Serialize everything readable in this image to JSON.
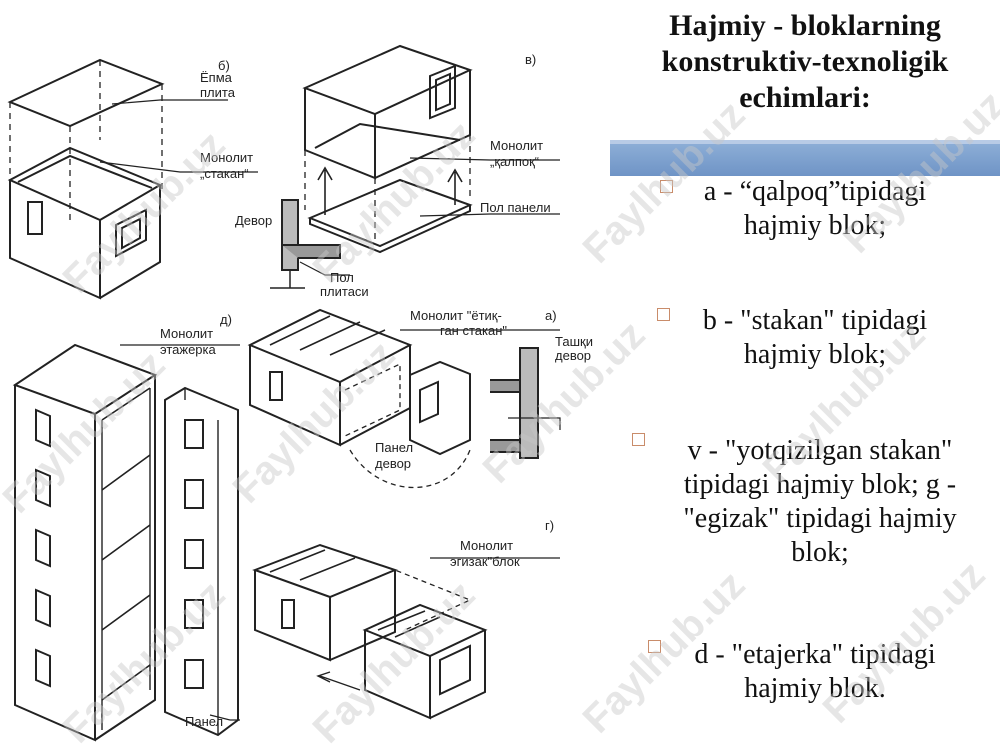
{
  "title": {
    "line1": "Hajmiy - bloklarning",
    "line2": "konstruktiv-texnoligik",
    "line3": "echimlari:"
  },
  "items": [
    {
      "line1": "a - “qalpoq”tipidagi",
      "line2": "hajmiy blok;"
    },
    {
      "line1": "b - \"stakan\" tipidagi",
      "line2": "hajmiy blok;"
    },
    {
      "line1": "v - \"yotqizilgan stakan\"",
      "line2": "tipidagi hajmiy blok; g -",
      "line3": "\"egizak\" tipidagi hajmiy",
      "line4": "blok;"
    },
    {
      "line1": "d - \"etajerka\" tipidagi",
      "line2": "hajmiy blok."
    }
  ],
  "figure": {
    "labels": {
      "b_letter": "б)",
      "v_letter": "в)",
      "d_letter": "д)",
      "a_letter": "а)",
      "g_letter": "г)",
      "yopma": "Ёпма",
      "plita": "плита",
      "monolit_stakan": "Монолит",
      "stakan": "„стакан“",
      "monolit_qalpoq": "Монолит",
      "qalpoq": "„қалпоқ“",
      "devor1": "Девор",
      "pol_panel": "Пол панели",
      "pol_plita": "Пол",
      "plitasi": "плитаси",
      "monolit_etajerka": "Монолит",
      "etajerka": "этажерка",
      "monolit_yotq": "Монолит \"ётиқ-",
      "yotq_stakan": "ган стакан\"",
      "tashqi": "Ташқи",
      "devor2": "девор",
      "panel1": "Панел",
      "devor3": "девор",
      "monolit_g": "Монолит",
      "egizak": "эгизак\"блок",
      "panel2": "Панел"
    }
  },
  "watermark": "Faylhub.uz",
  "colors": {
    "band": "#7a9cc9",
    "bullet": "#c98c6a",
    "watermark": "#c8c8c8"
  }
}
